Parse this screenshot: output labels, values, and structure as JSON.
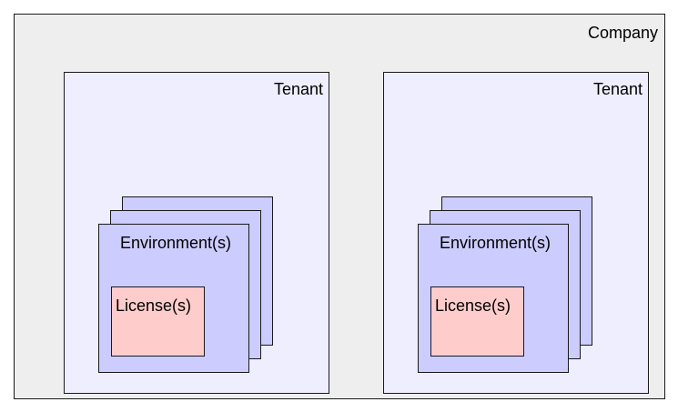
{
  "colors": {
    "company_fill": "#eeeeee",
    "tenant_fill": "#eeeeff",
    "environment_fill": "#ccccff",
    "license_fill": "#ffcccc",
    "border": "#1a1a1a"
  },
  "company": {
    "label": "Company",
    "tenants": [
      {
        "label": "Tenant",
        "environment": {
          "label": "Environment(s)",
          "license": {
            "label": "License(s)"
          }
        }
      },
      {
        "label": "Tenant",
        "environment": {
          "label": "Environment(s)",
          "license": {
            "label": "License(s)"
          }
        }
      }
    ]
  }
}
